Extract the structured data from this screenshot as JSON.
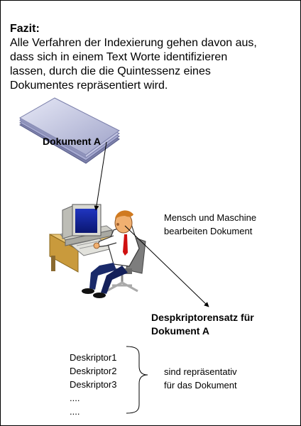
{
  "heading": "Fazit:",
  "intro_lines": [
    "Alle Verfahren der Indexierung gehen davon aus,",
    "dass sich in einem Text Worte identifizieren",
    "lassen, durch die die Quintessenz eines",
    "Dokumentes repräsentiert wird."
  ],
  "document_label": "Dokument A",
  "human_machine": {
    "line1": "Mensch und Maschine",
    "line2": "bearbeiten Dokument"
  },
  "descriptor_set": {
    "line1": "Despkriptorensatz für",
    "line2": "Dokument A"
  },
  "descriptors": [
    "Deskriptor1",
    "Deskriptor2",
    "Deskriptor3",
    "....",
    "...."
  ],
  "representative": {
    "line1": "sind repräsentativ",
    "line2": "für das Dokument"
  }
}
